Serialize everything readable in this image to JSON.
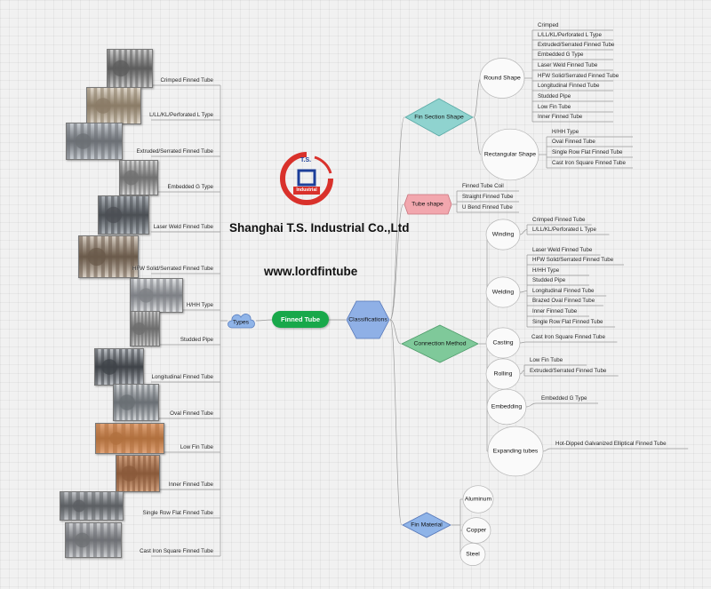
{
  "company_name": "Shanghai T.S. Industrial Co.,Ltd",
  "website": "www.lordfintube",
  "logo_text_top": "T.S.",
  "logo_text_bottom": "Industrial",
  "center_label": "Finned Tube",
  "types_node": "Types",
  "classifications_node": "Classifications",
  "types": [
    "Crimped Finned Tube",
    "L/LL/KL/Perforated L Type",
    "Extruded/Serrated Finned Tube",
    "Embedded G Type",
    "Laser Weld Finned Tube",
    "HFW Solid/Serrated Finned Tube",
    "H/HH Type",
    "Studded Pipe",
    "Longitudinal Finned Tube",
    "Oval Finned Tube",
    "Low Fin Tube",
    "Inner Finned Tube",
    "Single Row Flat Finned Tube",
    "Cast Iron Square Finned Tube"
  ],
  "fin_section": {
    "label": "Fin Section Shape",
    "round": {
      "label": "Round Shape",
      "items": [
        "Crimped",
        "L/LL/KL/Perforated L Type",
        "Extruded/Serrated Finned Tube",
        "Embedded G Type",
        "Laser Weld Finned Tube",
        "HFW Solid/Serrated Finned Tube",
        "Longitudinal Finned Tube",
        "Studded Pipe",
        "Low Fin Tube",
        "Inner Finned Tube"
      ]
    },
    "rect": {
      "label": "Rectangular Shape",
      "items": [
        "H/HH Type",
        "Oval Finned Tube",
        "Single Row Flat Finned Tube",
        "Cast Iron Square Finned Tube"
      ]
    }
  },
  "tube_shape": {
    "label": "Tube shape",
    "items": [
      "Finned Tube Coil",
      "Straight Finned Tube",
      "U Bend Finned Tube"
    ]
  },
  "connection": {
    "label": "Connection Method",
    "winding": {
      "label": "Winding",
      "items": [
        "Crimped Finned Tube",
        "L/LL/KL/Perforated L Type"
      ]
    },
    "welding": {
      "label": "Welding",
      "items": [
        "Laser Weld Finned Tube",
        "HFW Solid/Serrated Finned Tube",
        "H/HH Type",
        "Studded Pipe",
        "Longitudinal Finned Tube",
        "Brazed Oval Finned Tube",
        "Inner Finned Tube",
        "Single Row Flat Finned Tube"
      ]
    },
    "casting": {
      "label": "Casting",
      "items": [
        "Cast Iron Square Finned Tube"
      ]
    },
    "rolling": {
      "label": "Rolling",
      "items": [
        "Low Fin Tube",
        "Extruded/Serrated Finned Tube"
      ]
    },
    "embedding": {
      "label": "Embedding",
      "items": [
        "Embedded G Type"
      ]
    },
    "expanding": {
      "label": "Expanding tubes",
      "items": [
        "Hot-Dipped Galvanized Elliptical Finned Tube"
      ]
    }
  },
  "fin_material": {
    "label": "Fin Material",
    "items": [
      "Aluminum",
      "Copper",
      "Steel"
    ]
  },
  "colors": {
    "fin_section_node": "#8fd3cf",
    "tube_shape_node": "#f2a7ae",
    "connection_node": "#7fc99a",
    "fin_material_node": "#8fb4e8",
    "classifications_node": "#8fb0e6",
    "center_node": "#18a84a",
    "logo_red": "#d9312b",
    "logo_blue": "#1d3f9a"
  }
}
